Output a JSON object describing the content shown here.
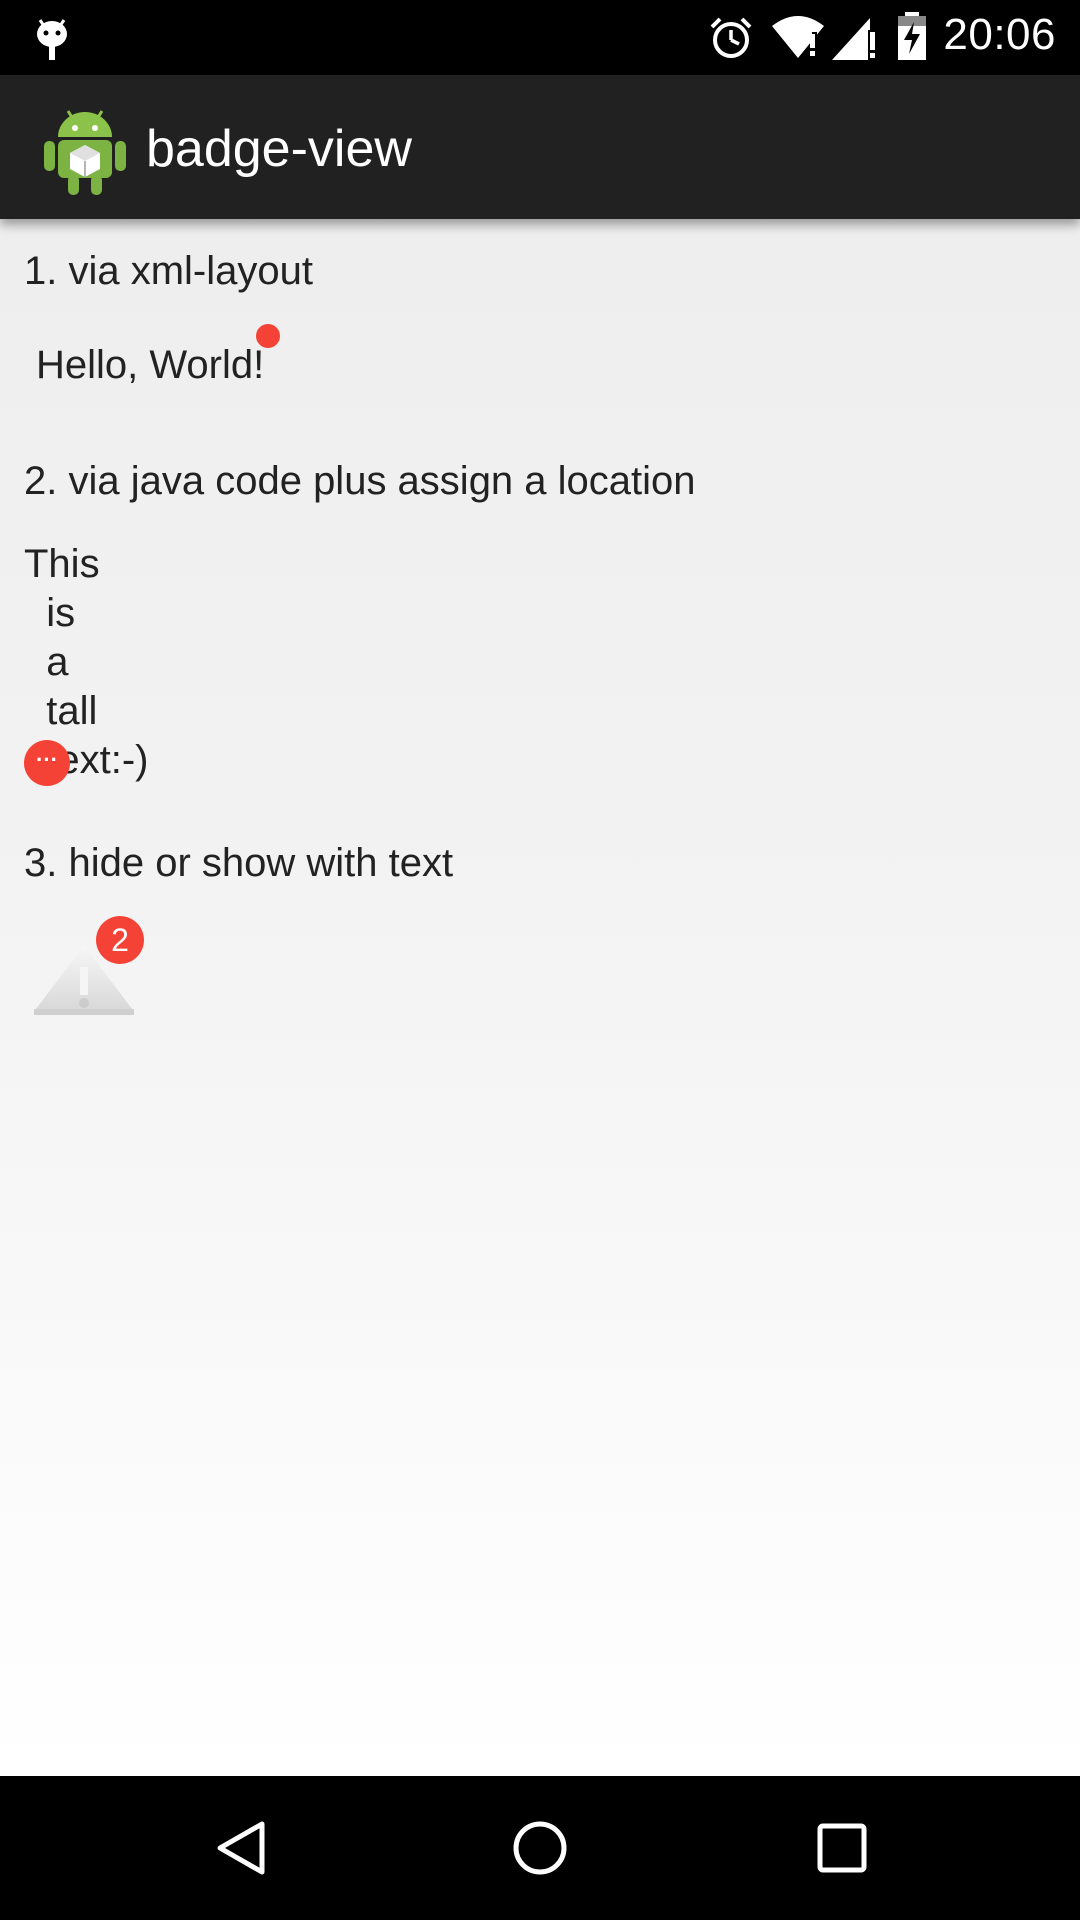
{
  "status_bar": {
    "time": "20:06",
    "icons": [
      "debug-icon",
      "alarm-icon",
      "wifi-icon",
      "signal-icon",
      "battery-charging-icon"
    ]
  },
  "action_bar": {
    "title": "badge-view",
    "icon": "android-app-icon"
  },
  "content": {
    "section1_title": "1. via xml-layout",
    "hello_text": "Hello, World!",
    "section2_title": "2. via java code plus assign a location",
    "tall_text": "This\n  is\n  a\n  tall\n  text:-)",
    "ellipsis_badge": "···",
    "section3_title": "3. hide or show with text",
    "count_badge": "2"
  },
  "nav_bar": {
    "buttons": [
      "back-icon",
      "home-icon",
      "recents-icon"
    ]
  },
  "colors": {
    "badge": "#f44336",
    "action_bar": "#212121",
    "content_bg": "#eeeeee"
  }
}
